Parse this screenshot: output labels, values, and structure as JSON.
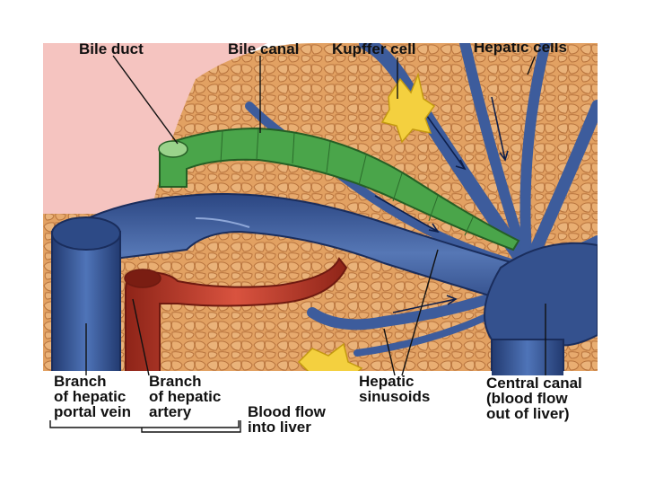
{
  "labels": {
    "bile_duct": "Bile duct",
    "bile_canal": "Bile canal",
    "kupffer_cell": "Kupffer cell",
    "hepatic_cells": "Hepatic cells",
    "portal_vein_l1": "Branch",
    "portal_vein_l2": "of hepatic",
    "portal_vein_l3": "portal vein",
    "artery_l1": "Branch",
    "artery_l2": "of hepatic",
    "artery_l3": "artery",
    "blood_flow_in_l1": "Blood flow",
    "blood_flow_in_l2": "into liver",
    "sinusoids_l1": "Hepatic",
    "sinusoids_l2": "sinusoids",
    "central_canal_l1": "Central canal",
    "central_canal_l2": "(blood flow",
    "central_canal_l3": "out of liver)"
  },
  "colors": {
    "hepatocyte_fill": "#e8a96a",
    "hepatocyte_stroke": "#b8743e",
    "vessel_blue": "#3b5a9a",
    "vessel_blue_dark": "#223a70",
    "bile_green": "#4aa54a",
    "artery_red": "#c0392b",
    "kupffer_yellow": "#f4d03f",
    "background_pink": "#f5c4c0"
  }
}
